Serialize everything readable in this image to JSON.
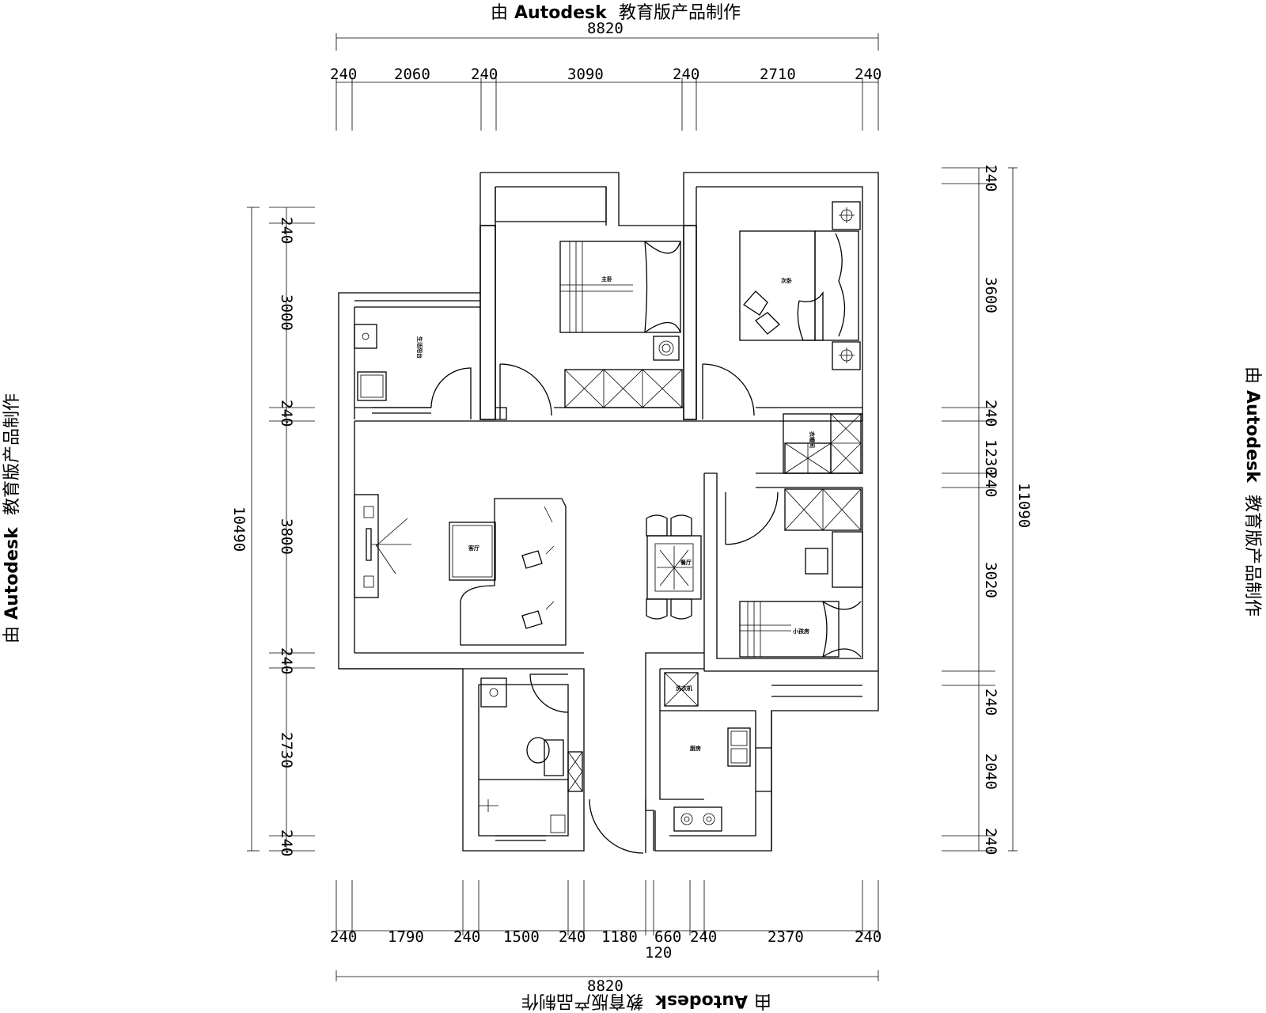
{
  "watermark": {
    "prefix": "由",
    "brand": "Autodesk",
    "suffix": "教育版产品制作"
  },
  "top_dimensions": {
    "total": "8820",
    "segments": [
      "240",
      "2060",
      "240",
      "3090",
      "240",
      "2710",
      "240"
    ]
  },
  "bottom_dimensions": {
    "total": "8820",
    "segments": [
      "240",
      "1790",
      "240",
      "1500",
      "240",
      "1180",
      "120",
      "660",
      "240",
      "2370",
      "240"
    ]
  },
  "left_dimensions": {
    "total": "10490",
    "segments": [
      "240",
      "3000",
      "240",
      "3800",
      "240",
      "2730",
      "240"
    ]
  },
  "right_dimensions": {
    "total": "11090",
    "segments": [
      "240",
      "3600",
      "240",
      "1230",
      "240",
      "3020",
      "240",
      "2040",
      "240"
    ]
  },
  "rooms": {
    "master_bedroom": "主卧",
    "second_bedroom": "次卧",
    "living_room": "客厅",
    "dining_room": "餐厅",
    "kitchen": "厨房",
    "laundry_balcony": "生活阳台",
    "cloakroom": "衣帽间",
    "kids_room": "小孩房",
    "washer": "洗衣机"
  }
}
